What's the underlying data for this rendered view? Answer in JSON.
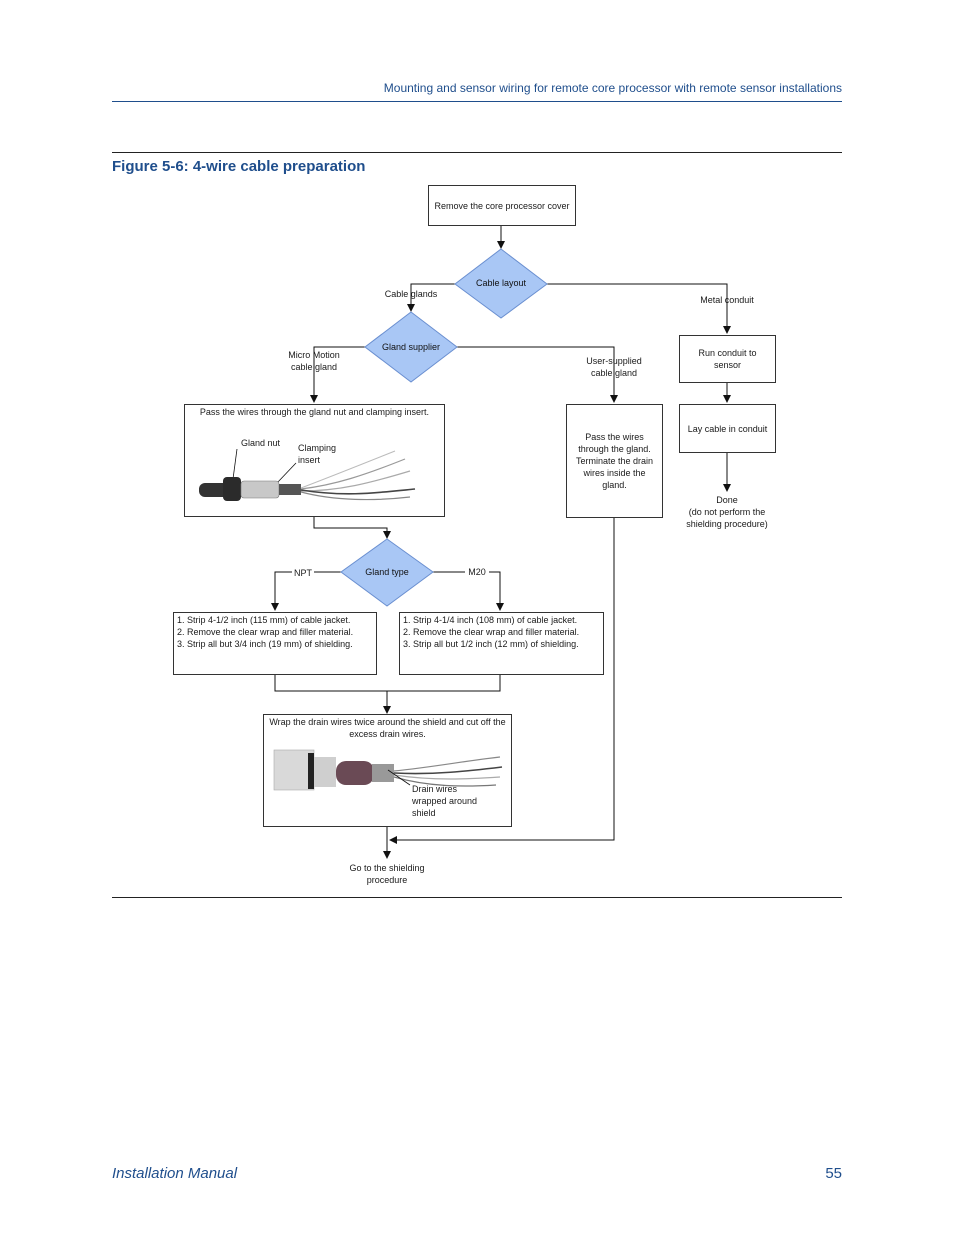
{
  "header": {
    "section_title": "Mounting and sensor wiring for remote core processor with remote sensor installations"
  },
  "figure": {
    "title": "Figure 5-6:  4-wire cable preparation"
  },
  "flow": {
    "start_box": "Remove the core processor cover",
    "decision_cable_layout": "Cable layout",
    "label_cable_glands": "Cable glands",
    "label_metal_conduit": "Metal conduit",
    "decision_gland_supplier": "Gland supplier",
    "label_micro_motion": "Micro Motion cable gland",
    "label_user_supplied": "User-supplied cable gland",
    "run_conduit_box": "Run conduit to sensor",
    "lay_cable_box": "Lay cable in conduit",
    "done_label": "Done\n(do not perform the shielding procedure)",
    "pass_wires_box": {
      "caption": "Pass the wires through the gland nut and clamping insert.",
      "gland_nut": "Gland nut",
      "clamping_insert": "Clamping insert"
    },
    "pass_wires_user_box": "Pass the wires through the gland. Terminate the drain wires inside the gland.",
    "decision_gland_type": "Gland type",
    "label_npt": "NPT",
    "label_m20": "M20",
    "npt_steps": [
      "1.  Strip 4-1/2 inch (115 mm) of cable jacket.",
      "2.  Remove the clear wrap and filler material.",
      "3.  Strip all but 3/4 inch (19 mm) of shielding."
    ],
    "m20_steps": [
      "1.  Strip 4-1/4 inch (108 mm) of cable jacket.",
      "2.  Remove the clear wrap and filler material.",
      "3.  Strip all but 1/2 inch (12 mm) of shielding."
    ],
    "wrap_box": {
      "caption": "Wrap the drain wires twice around the shield and cut off the excess drain wires.",
      "drain_label": "Drain wires wrapped around shield"
    },
    "end_label": "Go to the shielding procedure"
  },
  "footer": {
    "manual": "Installation Manual",
    "page": "55"
  },
  "colors": {
    "accent": "#1f4e8c",
    "diamond_fill": "#a9c7f5",
    "diamond_stroke": "#6a8fd0"
  }
}
